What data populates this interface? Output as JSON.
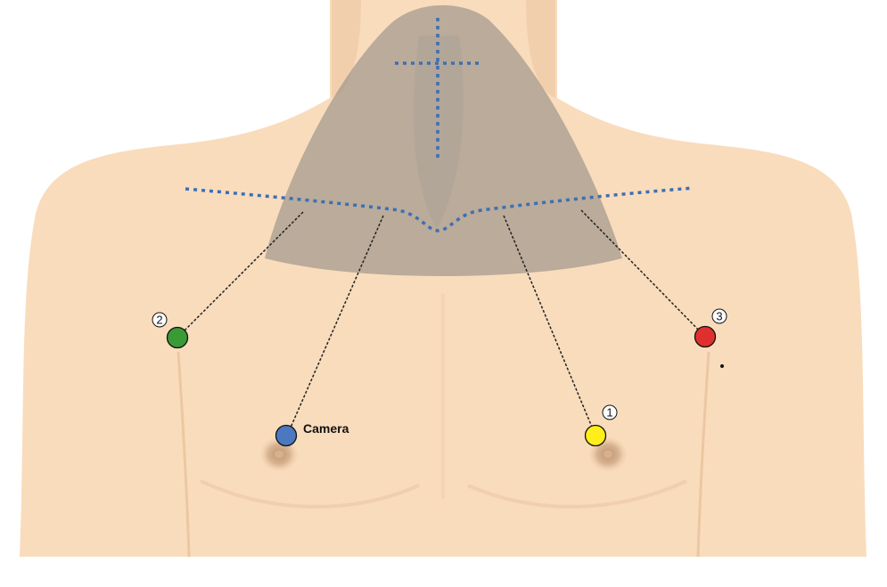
{
  "figure": {
    "description_labels": {
      "camera": "Camera",
      "port_1": "1",
      "port_2": "2",
      "port_3": "3"
    },
    "colors": {
      "background": "#ffffff",
      "skin": "#f9dcbc",
      "skin_shadow": "#efc9a5",
      "neck_overlay": "#8f8a84",
      "dotted_guide": "#3d6fb5",
      "port_line": "#222222",
      "camera_port": "#4b78c0",
      "port_1": "#ffee1a",
      "port_2": "#3a9a35",
      "port_3": "#e0302e",
      "areola": "#c9a07f",
      "areola_center": "#b08465"
    },
    "icons": {
      "port_marker": "circle-port-icon",
      "number_badge": "circled-number-icon",
      "incision_mark": "dotted-cross-icon"
    }
  }
}
